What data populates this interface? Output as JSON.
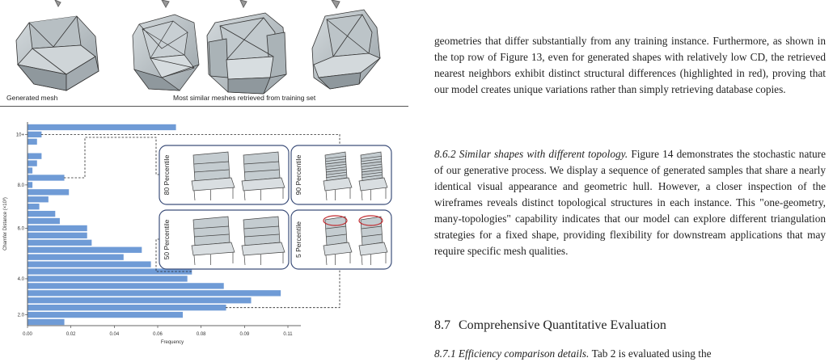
{
  "figure_top": {
    "caption_left": "Generated mesh",
    "caption_right": "Most similar meshes retrieved from training set"
  },
  "figure_chart": {
    "percentile_labels": [
      "80 Percentile",
      "90 Percentile",
      "50 Percentile",
      "5 Percentile"
    ]
  },
  "chart_data": {
    "type": "bar",
    "orientation": "horizontal",
    "xlabel": "Frequency",
    "ylabel": "Chamfer Distance (×10³)",
    "xlim": [
      0,
      0.12
    ],
    "xticks": [
      "0.00",
      "0.02",
      "0.04",
      "0.06",
      "0.08",
      "0.09",
      "0.11"
    ],
    "yticks": [
      "10+",
      "8.0",
      "6.0",
      "4.0",
      "2.0"
    ],
    "values": [
      0.065,
      0.006,
      0.004,
      0.0,
      0.006,
      0.004,
      0.002,
      0.016,
      0.002,
      0.018,
      0.009,
      0.005,
      0.012,
      0.014,
      0.026,
      0.026,
      0.028,
      0.05,
      0.042,
      0.054,
      0.072,
      0.07,
      0.086,
      0.111,
      0.098,
      0.087,
      0.068,
      0.016
    ]
  },
  "text": {
    "top_partial": "",
    "para1": "geometries that differ substantially from any training instance. Furthermore, as shown in the top row of Figure 13, even for generated shapes with relatively low CD, the retrieved nearest neighbors exhibit distinct structural differences (highlighted in red), proving that our model creates unique variations rather than simply retrieving database copies.",
    "para2_heading": "8.6.2 Similar shapes with different topology.",
    "para2": "Figure 14 demonstrates the stochastic nature of our generative process. We display a sequence of generated samples that share a nearly identical visual appearance and geometric hull. However, a closer inspection of the wireframes reveals distinct topological structures in each instance. This \"one-geometry, many-topologies\" capability indicates that our model can explore different triangulation strategies for a fixed shape, providing flexibility for downstream applications that may require specific mesh qualities.",
    "section_number": "8.7",
    "section_title": "Comprehensive Quantitative Evaluation",
    "para3_heading": "8.7.1 Efficiency comparison details.",
    "para3": "Tab 2 is evaluated using the"
  },
  "colors": {
    "bar": "#6f9bd6",
    "mesh_fill": "#c4ccd0",
    "box_border": "#3d4f7a",
    "highlight": "#c0282d"
  }
}
